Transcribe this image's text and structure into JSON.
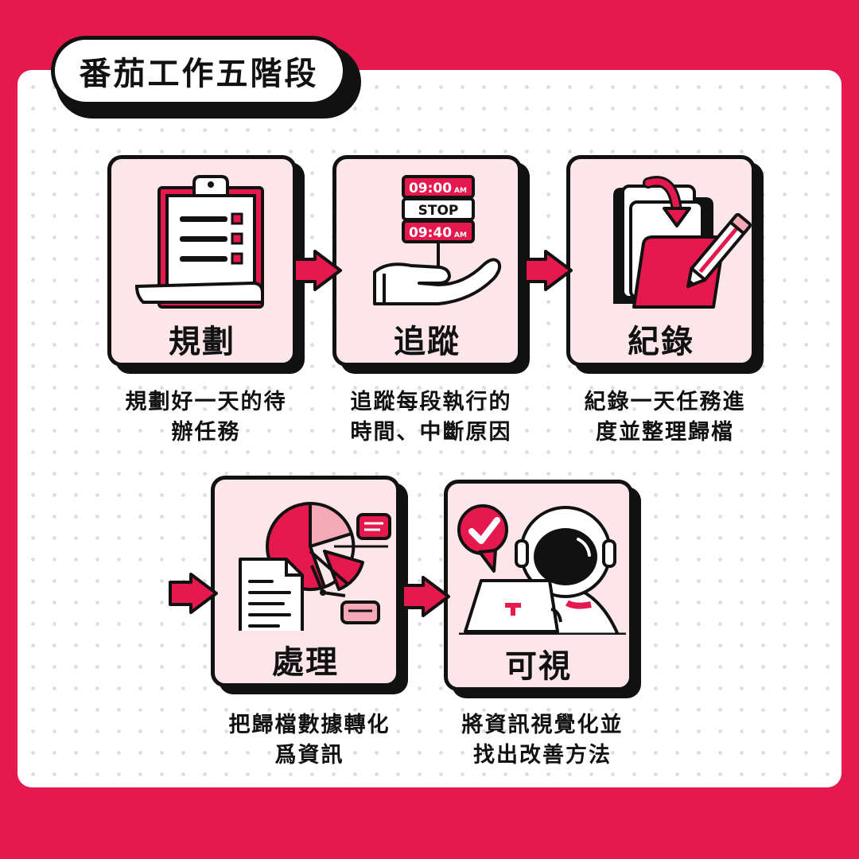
{
  "title": "番茄工作五階段",
  "stages": [
    {
      "name": "規劃",
      "desc": [
        "規劃好一天的待",
        "辦任務"
      ],
      "icon": "clipboard-checklist-icon"
    },
    {
      "name": "追蹤",
      "desc": [
        "追蹤每段執行的",
        "時間、中斷原因"
      ],
      "icon": "time-tracking-hand-icon",
      "times": [
        "09:00",
        "STOP",
        "09:40"
      ],
      "ampm": "AM"
    },
    {
      "name": "紀錄",
      "desc": [
        "紀錄一天任務進",
        "度並整理歸檔"
      ],
      "icon": "folder-pencil-icon"
    },
    {
      "name": "處理",
      "desc": [
        "把歸檔數據轉化",
        "爲資訊"
      ],
      "icon": "document-chart-icon"
    },
    {
      "name": "可視",
      "desc": [
        "將資訊視覺化並",
        "找出改善方法"
      ],
      "icon": "astronaut-laptop-icon"
    }
  ],
  "colors": {
    "accent": "#E5194D",
    "card": "#FCE6EA",
    "ink": "#111111",
    "soft": "#F4A9B6"
  }
}
